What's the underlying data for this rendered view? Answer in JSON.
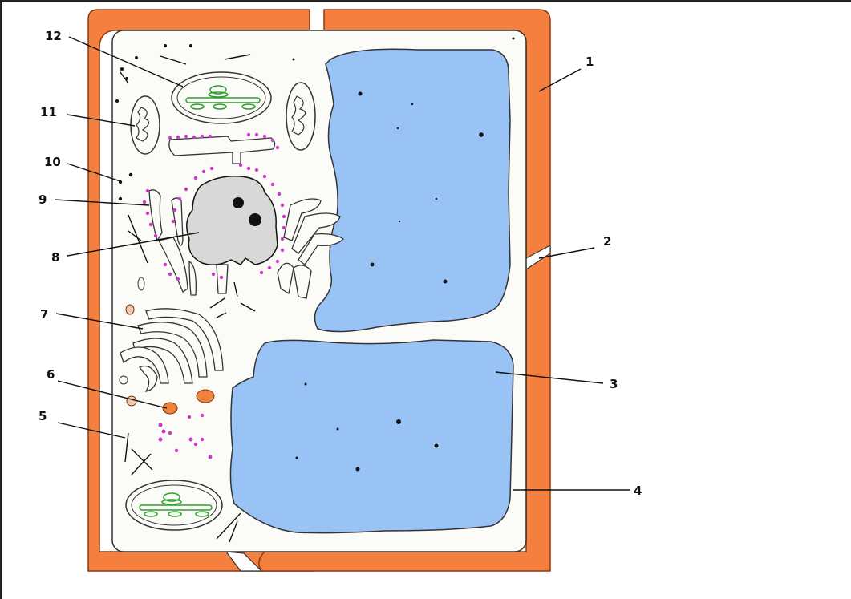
{
  "labels": {
    "l1": "1",
    "l2": "2",
    "l3": "3",
    "l4": "4",
    "l5": "5",
    "l6": "6",
    "l7": "7",
    "l8": "8",
    "l9": "9",
    "l10": "10",
    "l11": "11",
    "l12": "12"
  },
  "colors": {
    "cell_wall": "#f47f3f",
    "cytoplasm": "#fbfbf7",
    "vacuole": "#99c2f5",
    "chloroplast_stroke": "#2e9e2e",
    "ribosome": "#c93cc9",
    "vesicle": "#f0833c",
    "small_vesicle": "#f3c8b0"
  }
}
